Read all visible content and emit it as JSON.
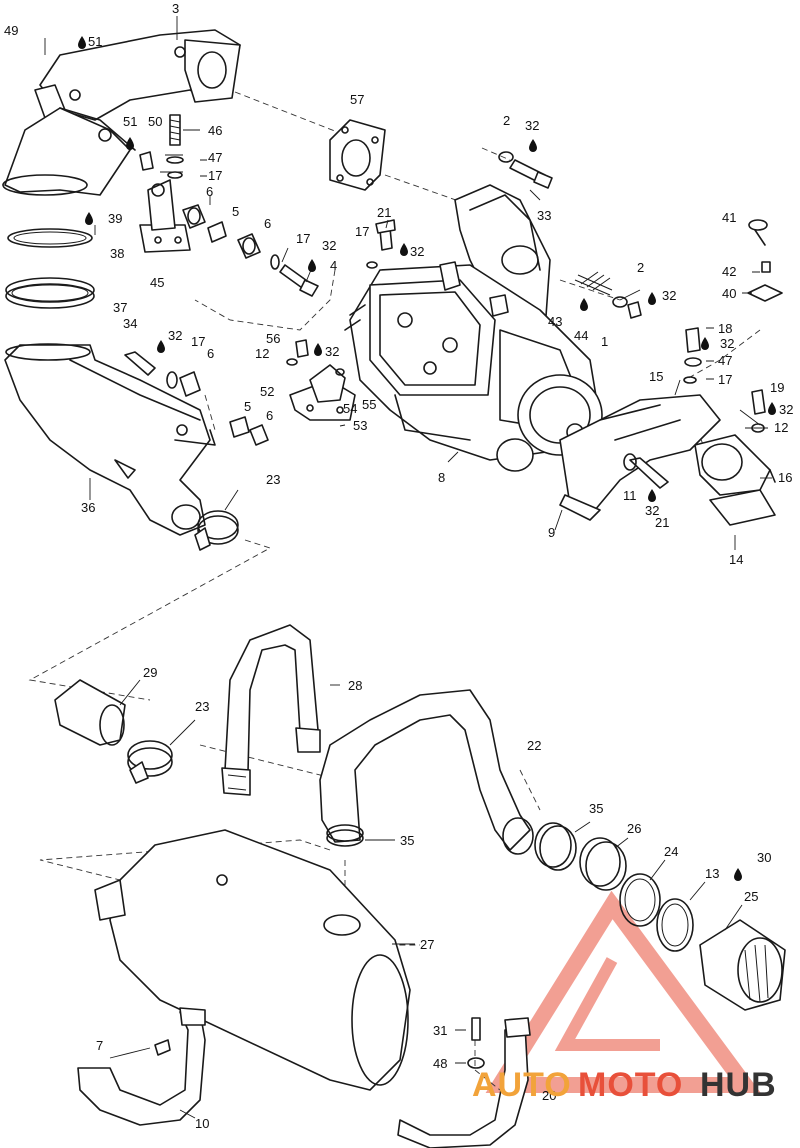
{
  "labels": [
    {
      "id": "3",
      "t": "3"
    },
    {
      "id": "49",
      "t": "49"
    },
    {
      "id": "51a",
      "t": "51"
    },
    {
      "id": "57",
      "t": "57"
    },
    {
      "id": "51b",
      "t": "51"
    },
    {
      "id": "50",
      "t": "50"
    },
    {
      "id": "46",
      "t": "46"
    },
    {
      "id": "47a",
      "t": "47"
    },
    {
      "id": "17a",
      "t": "17"
    },
    {
      "id": "6a",
      "t": "6"
    },
    {
      "id": "5a",
      "t": "5"
    },
    {
      "id": "6b",
      "t": "6"
    },
    {
      "id": "17b",
      "t": "17"
    },
    {
      "id": "32a",
      "t": "32"
    },
    {
      "id": "4",
      "t": "4"
    },
    {
      "id": "39",
      "t": "39"
    },
    {
      "id": "38",
      "t": "38"
    },
    {
      "id": "45",
      "t": "45"
    },
    {
      "id": "37",
      "t": "37"
    },
    {
      "id": "2a",
      "t": "2"
    },
    {
      "id": "32b",
      "t": "32"
    },
    {
      "id": "33",
      "t": "33"
    },
    {
      "id": "21a",
      "t": "21"
    },
    {
      "id": "17c",
      "t": "17"
    },
    {
      "id": "32c",
      "t": "32"
    },
    {
      "id": "2b",
      "t": "2"
    },
    {
      "id": "32d",
      "t": "32"
    },
    {
      "id": "43",
      "t": "43"
    },
    {
      "id": "44",
      "t": "44"
    },
    {
      "id": "1",
      "t": "1"
    },
    {
      "id": "41",
      "t": "41"
    },
    {
      "id": "42",
      "t": "42"
    },
    {
      "id": "40",
      "t": "40"
    },
    {
      "id": "34",
      "t": "34"
    },
    {
      "id": "32e",
      "t": "32"
    },
    {
      "id": "17d",
      "t": "17"
    },
    {
      "id": "6c",
      "t": "6"
    },
    {
      "id": "56",
      "t": "56"
    },
    {
      "id": "32f",
      "t": "32"
    },
    {
      "id": "12a",
      "t": "12"
    },
    {
      "id": "52",
      "t": "52"
    },
    {
      "id": "54",
      "t": "54"
    },
    {
      "id": "55",
      "t": "55"
    },
    {
      "id": "53",
      "t": "53"
    },
    {
      "id": "18",
      "t": "18"
    },
    {
      "id": "32g",
      "t": "32"
    },
    {
      "id": "47b",
      "t": "47"
    },
    {
      "id": "17e",
      "t": "17"
    },
    {
      "id": "15",
      "t": "15"
    },
    {
      "id": "19",
      "t": "19"
    },
    {
      "id": "32h",
      "t": "32"
    },
    {
      "id": "12b",
      "t": "12"
    },
    {
      "id": "16",
      "t": "16"
    },
    {
      "id": "5b",
      "t": "5"
    },
    {
      "id": "6d",
      "t": "6"
    },
    {
      "id": "36",
      "t": "36"
    },
    {
      "id": "23a",
      "t": "23"
    },
    {
      "id": "8",
      "t": "8"
    },
    {
      "id": "11",
      "t": "11"
    },
    {
      "id": "32i",
      "t": "32"
    },
    {
      "id": "21b",
      "t": "21"
    },
    {
      "id": "9",
      "t": "9"
    },
    {
      "id": "14",
      "t": "14"
    },
    {
      "id": "29",
      "t": "29"
    },
    {
      "id": "28",
      "t": "28"
    },
    {
      "id": "23b",
      "t": "23"
    },
    {
      "id": "22",
      "t": "22"
    },
    {
      "id": "35a",
      "t": "35"
    },
    {
      "id": "35b",
      "t": "35"
    },
    {
      "id": "26",
      "t": "26"
    },
    {
      "id": "24",
      "t": "24"
    },
    {
      "id": "30",
      "t": "30"
    },
    {
      "id": "13",
      "t": "13"
    },
    {
      "id": "25",
      "t": "25"
    },
    {
      "id": "27",
      "t": "27"
    },
    {
      "id": "31",
      "t": "31"
    },
    {
      "id": "48",
      "t": "48"
    },
    {
      "id": "7",
      "t": "7"
    },
    {
      "id": "10",
      "t": "10"
    },
    {
      "id": "20",
      "t": "20"
    }
  ],
  "watermark": {
    "part1": "AUTO",
    "part2": "MOTO",
    "part3": "HUB",
    "color_orange": "#f2a33a",
    "color_red": "#e8503a",
    "color_dark": "#333333"
  }
}
